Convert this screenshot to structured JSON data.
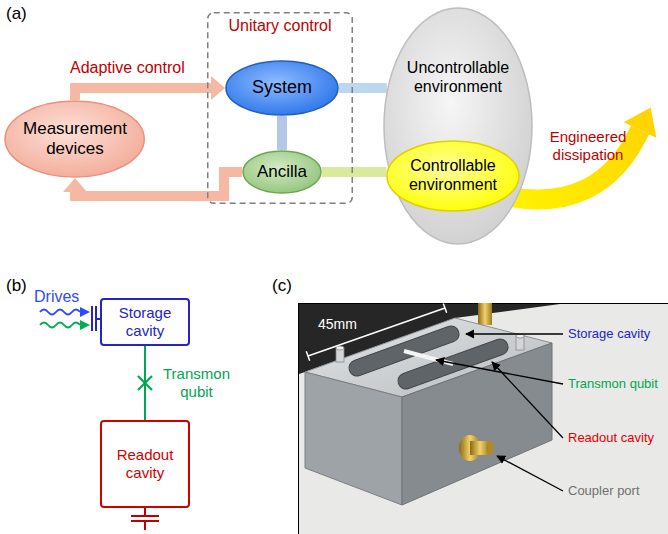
{
  "diagram": {
    "nodes": [
      {
        "text": [
          "Unitary control"
        ]
      },
      {
        "text": [
          "System"
        ],
        "in": 0
      },
      {
        "text": [
          "Ancilla"
        ],
        "in": 0
      },
      {
        "text": [
          "Uncontrollable environment"
        ]
      },
      {
        "text": [
          "Controllable environment"
        ],
        "in": 3
      },
      {
        "text": [
          "Measurement devices"
        ]
      },
      {
        "text": [
          "Storage cavity"
        ]
      },
      {
        "text": [
          "Readout cavity"
        ]
      }
    ],
    "edges": [
      {
        "from": 5,
        "to": 1,
        "arrow": "to",
        "label": "Adaptive control"
      },
      {
        "from": 2,
        "to": 5,
        "arrow": "to"
      },
      {
        "from": 1,
        "to": 2,
        "arrow": "none"
      },
      {
        "from": 1,
        "to": 3,
        "arrow": "none"
      },
      {
        "from": 2,
        "to": 4,
        "arrow": "none"
      },
      {
        "from": 6,
        "to": 7,
        "arrow": "none",
        "label": "Transmon qubit"
      }
    ],
    "labels": [
      "(a)",
      "Engineered dissipation",
      "(b)",
      "Drives",
      "(c)",
      "45mm",
      "Storage cavity",
      "Transmon qubit",
      "Readout cavity",
      "Coupler port"
    ]
  }
}
